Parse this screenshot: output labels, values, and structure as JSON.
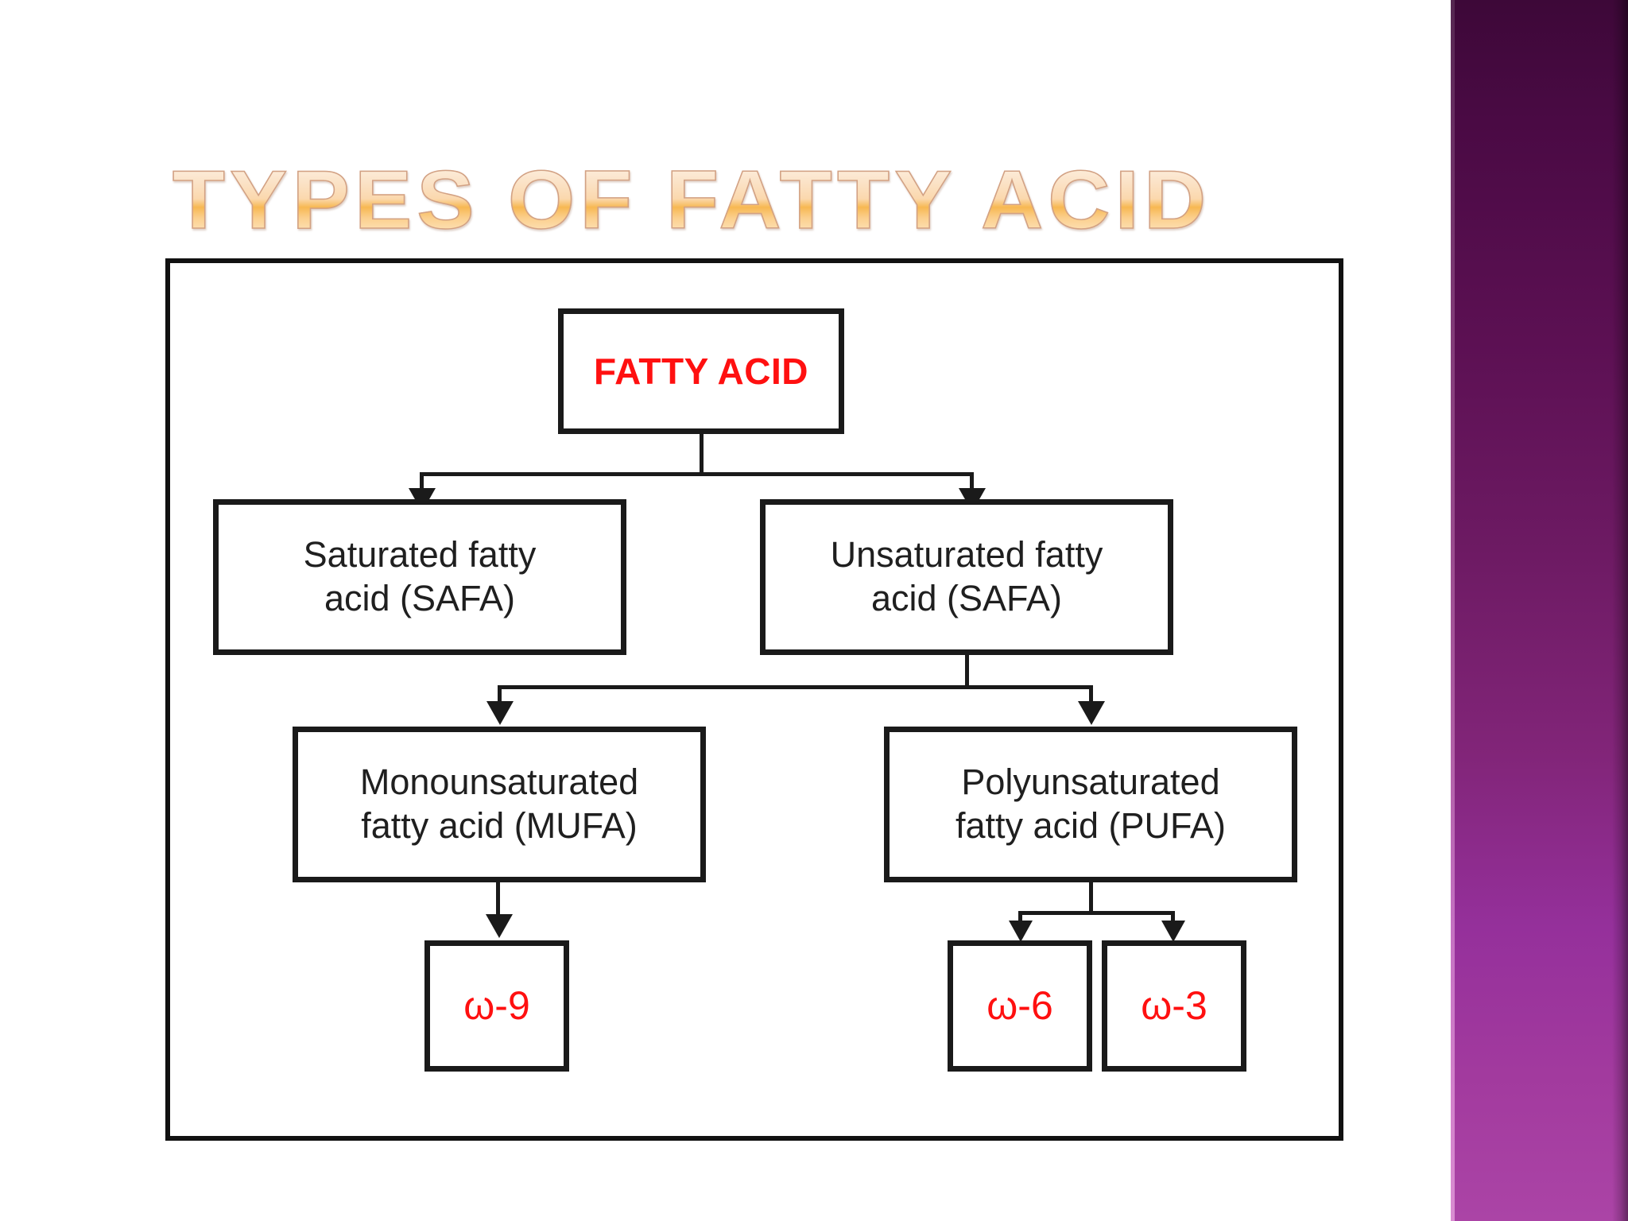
{
  "slide": {
    "title": "TYPES OF FATTY ACID",
    "background_color": "#ffffff",
    "accent_band_color_top": "#3d0838",
    "accent_band_color_bottom": "#ab44a6",
    "title_gradient_top": "#fdf1e2",
    "title_gradient_mid": "#f7b852",
    "title_outline_color": "#d2a184"
  },
  "diagram": {
    "type": "flowchart",
    "node_border_color": "#1a1a1a",
    "node_fill_color": "#ffffff",
    "highlight_text_color": "#ff1010",
    "body_text_color": "#1f1f1f",
    "nodes": {
      "root": {
        "id": "fatty-acid",
        "label": "FATTY ACID",
        "level": 0
      },
      "safa": {
        "id": "saturated-fatty-acid",
        "line1": "Saturated fatty",
        "line2": "acid (SAFA)",
        "level": 1
      },
      "usfa": {
        "id": "unsaturated-fatty-acid",
        "line1": "Unsaturated fatty",
        "line2": "acid (SAFA)",
        "level": 1
      },
      "mufa": {
        "id": "monounsaturated-fatty-acid",
        "line1": "Monounsaturated",
        "line2": "fatty acid (MUFA)",
        "level": 2
      },
      "pufa": {
        "id": "polyunsaturated-fatty-acid",
        "line1": "Polyunsaturated",
        "line2": "fatty acid (PUFA)",
        "level": 2
      },
      "omega9": {
        "id": "omega-9",
        "label": "ω-9",
        "level": 3
      },
      "omega6": {
        "id": "omega-6",
        "label": "ω-6",
        "level": 3
      },
      "omega3": {
        "id": "omega-3",
        "label": "ω-3",
        "level": 3
      }
    },
    "edges": [
      {
        "from": "fatty-acid",
        "to": "saturated-fatty-acid"
      },
      {
        "from": "fatty-acid",
        "to": "unsaturated-fatty-acid"
      },
      {
        "from": "unsaturated-fatty-acid",
        "to": "monounsaturated-fatty-acid"
      },
      {
        "from": "unsaturated-fatty-acid",
        "to": "polyunsaturated-fatty-acid"
      },
      {
        "from": "monounsaturated-fatty-acid",
        "to": "omega-9"
      },
      {
        "from": "polyunsaturated-fatty-acid",
        "to": "omega-6"
      },
      {
        "from": "polyunsaturated-fatty-acid",
        "to": "omega-3"
      }
    ]
  }
}
